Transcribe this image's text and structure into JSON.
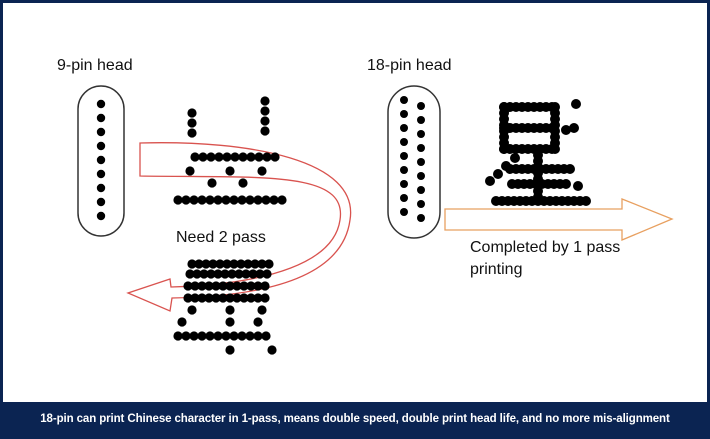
{
  "labels": {
    "head9": "9-pin head",
    "head18": "18-pin head",
    "need2": "Need 2 pass",
    "completed_line1": "Completed by 1 pass",
    "completed_line2": "printing"
  },
  "caption": "18-pin can print Chinese character in 1-pass, means double speed, double print head life, and no more mis-alignment",
  "colors": {
    "frame": "#0b2452",
    "caption_bg": "#0b2452",
    "caption_text": "#ffffff",
    "dots": "#000000",
    "arrow_red": "#d9534f",
    "arrow_orange": "#e8a060"
  },
  "heads": {
    "nine_pin": {
      "pins": 9
    },
    "eighteen_pin": {
      "pins": 18
    }
  },
  "character": "星"
}
